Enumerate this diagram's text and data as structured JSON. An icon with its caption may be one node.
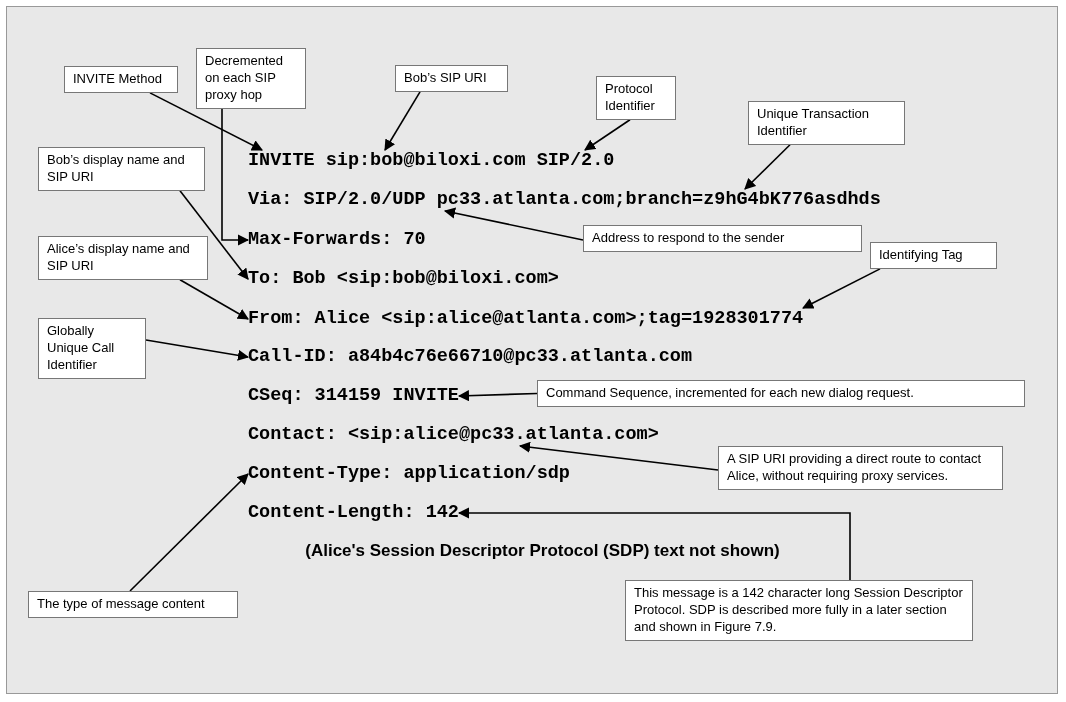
{
  "diagram": {
    "nodes": [
      {
        "text": [
          "Decremented on each SIP proxy hop"
        ]
      },
      {
        "text": [
          "INVITE Method"
        ]
      },
      {
        "text": [
          "Bob’s SIP URI"
        ]
      },
      {
        "text": [
          "Protocol Identifier"
        ]
      },
      {
        "text": [
          "Unique Transaction Identifier"
        ]
      },
      {
        "text": [
          "INVITE sip:bob@biloxi.com SIP/2.0"
        ]
      },
      {
        "text": [
          "Bob’s display name and SIP URI"
        ]
      },
      {
        "text": [
          "Via: SIP/2.0/UDP pc33.atlanta.com;branch=z9hG4bK776asdhds"
        ]
      },
      {
        "text": [
          "Max-Forwards: 70"
        ]
      },
      {
        "text": [
          "Address to respond to the sender"
        ]
      },
      {
        "text": [
          "Alice’s display name and SIP URI"
        ]
      },
      {
        "text": [
          "To: Bob <sip:bob@biloxi.com>"
        ]
      },
      {
        "text": [
          "Identifying Tag"
        ]
      },
      {
        "text": [
          "From: Alice <sip:alice@atlanta.com>;tag=1928301774"
        ]
      },
      {
        "text": [
          "Globally Unique Call Identifier"
        ]
      },
      {
        "text": [
          "Call-ID: a84b4c76e66710@pc33.atlanta.com"
        ]
      },
      {
        "text": [
          "CSeq: 314159 INVITE"
        ]
      },
      {
        "text": [
          "Command Sequence, incremented for each new dialog request."
        ]
      },
      {
        "text": [
          "Contact: <sip:alice@pc33.atlanta.com>"
        ]
      },
      {
        "text": [
          "A SIP URI providing a direct route to contact Alice, without requiring proxy services."
        ]
      },
      {
        "text": [
          "Content-Type: application/sdp"
        ]
      },
      {
        "text": [
          "Content-Length: 142"
        ]
      },
      {
        "text": [
          "The type of message content"
        ]
      },
      {
        "text": [
          "This message is a 142 character long Session Descriptor Protocol. SDP is described more fully in a later section and shown in Figure 7.9."
        ]
      }
    ],
    "edges": [
      {
        "from": 1,
        "to": 5,
        "arrow": "to"
      },
      {
        "from": 2,
        "to": 5,
        "arrow": "to"
      },
      {
        "from": 3,
        "to": 5,
        "arrow": "to"
      },
      {
        "from": 4,
        "to": 7,
        "arrow": "to"
      },
      {
        "from": 0,
        "to": 8,
        "arrow": "to"
      },
      {
        "from": 9,
        "to": 7,
        "arrow": "to"
      },
      {
        "from": 6,
        "to": 11,
        "arrow": "to"
      },
      {
        "from": 10,
        "to": 13,
        "arrow": "to"
      },
      {
        "from": 12,
        "to": 13,
        "arrow": "to"
      },
      {
        "from": 14,
        "to": 15,
        "arrow": "to"
      },
      {
        "from": 17,
        "to": 16,
        "arrow": "to"
      },
      {
        "from": 19,
        "to": 18,
        "arrow": "to"
      },
      {
        "from": 22,
        "to": 20,
        "arrow": "to"
      },
      {
        "from": 23,
        "to": 21,
        "arrow": "to"
      }
    ],
    "labels": [
      "(Alice's Session Descriptor Protocol (SDP) text not shown)"
    ]
  }
}
